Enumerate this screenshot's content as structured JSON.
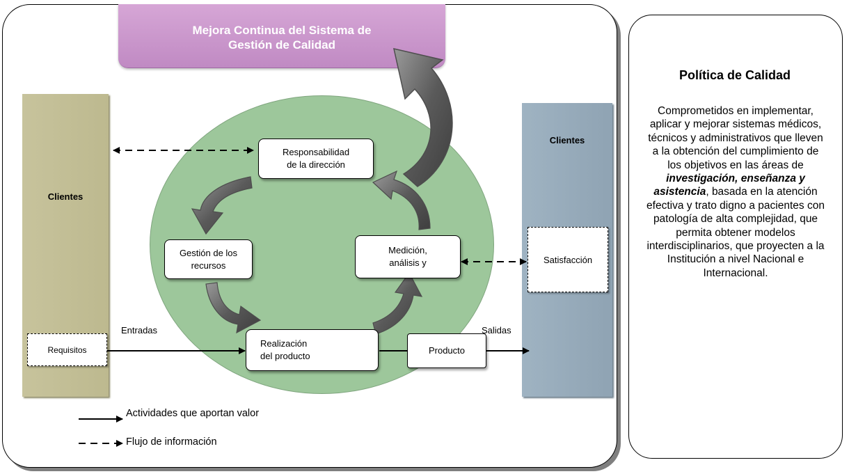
{
  "banner": {
    "line1": "Mejora Continua del Sistema de",
    "line2": "Gestión de Calidad"
  },
  "left_column": {
    "title": "Clientes",
    "requirement": "Requisitos"
  },
  "right_column": {
    "title": "Clientes",
    "satisfaction": "Satisfacción"
  },
  "process": {
    "responsibility": {
      "line1": "Responsabilidad",
      "line2": "de la dirección"
    },
    "resources": {
      "line1": "Gestión de los",
      "line2": "recursos"
    },
    "measurement": {
      "line1": "Medición,",
      "line2": "análisis y"
    },
    "realization": {
      "line1": "Realización",
      "line2": "del producto"
    },
    "product": "Producto"
  },
  "labels": {
    "inputs": "Entradas",
    "outputs": "Salidas"
  },
  "legend": {
    "value_activities": "Actividades que aportan valor",
    "information_flow": "Flujo de información"
  },
  "policy": {
    "title": "Política de Calidad",
    "text_part1": "Comprometidos en implementar, aplicar y mejorar sistemas médicos, técnicos y administrativos que lleven a la obtención del cumplimiento de los objetivos en las áreas de ",
    "text_emphasis": "investigación, enseñanza y asistencia",
    "text_part2": ", basada en la atención efectiva y trato digno a pacientes con patología de alta complejidad, que permita obtener modelos interdisciplinarios, que proyecten a la Institución a nivel Nacional e Internacional."
  },
  "colors": {
    "banner": "#c08ac3",
    "circle": "#9dc79b",
    "left_column": "#c2be95",
    "right_column": "#95a9b8",
    "arrows": "#6b6b6b"
  }
}
